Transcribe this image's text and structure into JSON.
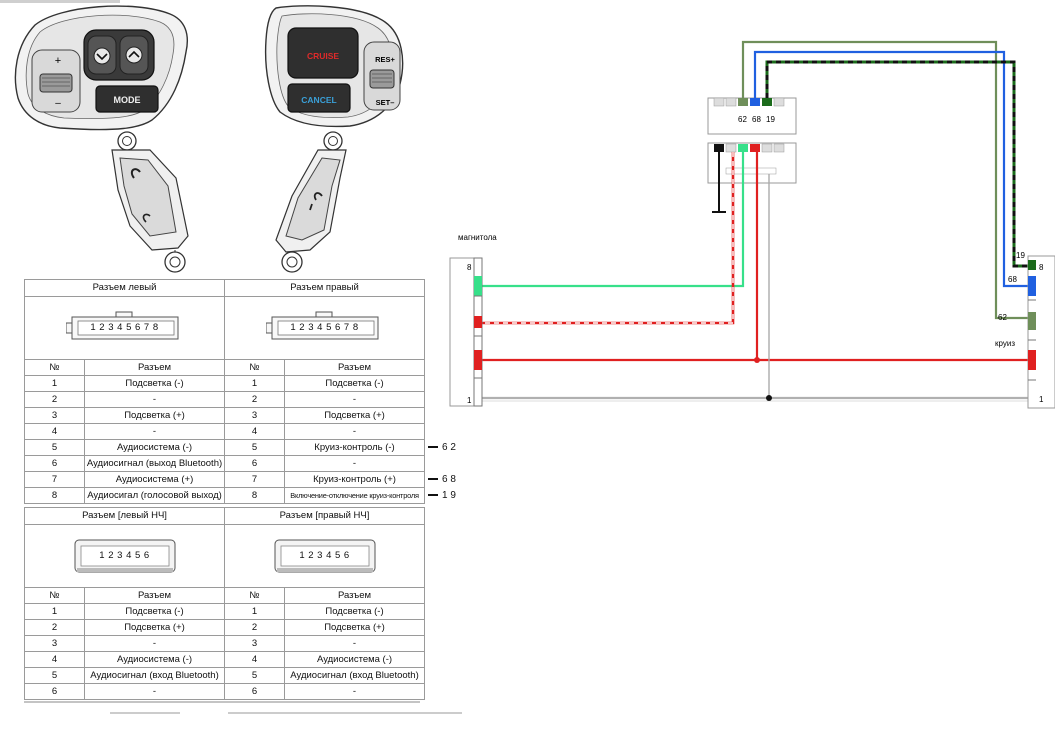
{
  "controls": {
    "left_pad": {
      "plus": "+",
      "minus": "–",
      "mode": "MODE"
    },
    "right_pad": {
      "cruise": "CRUISE",
      "cancel": "CANCEL",
      "res": "RES+",
      "set": "SET–"
    }
  },
  "table1": {
    "left_title": "Разъем левый",
    "right_title": "Разъем правый",
    "plug_pins": "1 2 3 4 5 6 7 8",
    "col_num": "№",
    "col_conn": "Разъем",
    "left_rows": [
      {
        "n": "1",
        "v": "Подсветка (-)"
      },
      {
        "n": "2",
        "v": "-"
      },
      {
        "n": "3",
        "v": "Подсветка (+)"
      },
      {
        "n": "4",
        "v": "-"
      },
      {
        "n": "5",
        "v": "Аудиосистема (-)"
      },
      {
        "n": "6",
        "v": "Аудиосигнал (выход Bluetooth)"
      },
      {
        "n": "7",
        "v": "Аудиосистема (+)"
      },
      {
        "n": "8",
        "v": "Аудиосигал (голосовой выход)"
      }
    ],
    "right_rows": [
      {
        "n": "1",
        "v": "Подсветка (-)"
      },
      {
        "n": "2",
        "v": "-"
      },
      {
        "n": "3",
        "v": "Подсветка (+)"
      },
      {
        "n": "4",
        "v": "-"
      },
      {
        "n": "5",
        "v": "Круиз-контроль (-)"
      },
      {
        "n": "6",
        "v": "-"
      },
      {
        "n": "7",
        "v": "Круиз-контроль (+)"
      },
      {
        "n": "8",
        "v": "Включение-отключение круиз-контроля"
      }
    ],
    "side_marks": [
      {
        "row": 5,
        "text": "6 2"
      },
      {
        "row": 7,
        "text": "6 8"
      },
      {
        "row": 8,
        "text": "1 9"
      }
    ]
  },
  "table2": {
    "left_title": "Разъем [левый НЧ]",
    "right_title": "Разъем [правый НЧ]",
    "plug_pins": "1 2 3 4 5   6",
    "col_num": "№",
    "col_conn": "Разъем",
    "left_rows": [
      {
        "n": "1",
        "v": "Подсветка (-)"
      },
      {
        "n": "2",
        "v": "Подсветка (+)"
      },
      {
        "n": "3",
        "v": "-"
      },
      {
        "n": "4",
        "v": "Аудиосистема (-)"
      },
      {
        "n": "5",
        "v": "Аудиосигнал (вход Bluetooth)"
      },
      {
        "n": "6",
        "v": "-"
      }
    ],
    "right_rows": [
      {
        "n": "1",
        "v": "Подсветка (-)"
      },
      {
        "n": "2",
        "v": "Подсветка (+)"
      },
      {
        "n": "3",
        "v": "-"
      },
      {
        "n": "4",
        "v": "Аудиосистема (-)"
      },
      {
        "n": "5",
        "v": "Аудиосигнал (вход Bluetooth)"
      },
      {
        "n": "6",
        "v": "-"
      }
    ]
  },
  "wiring": {
    "labels": {
      "radio": "магнитола",
      "cruise": "круиз",
      "radio_pin_top": "8",
      "radio_pin_bottom": "1",
      "cruise_pin_top": "8",
      "cruise_pin_bottom": "1",
      "top_pins": [
        "62",
        "68",
        "19"
      ],
      "right_pins": [
        "19",
        "68",
        "62"
      ]
    },
    "colors": {
      "green": "#37e08a",
      "red": "#e02020",
      "blue": "#2060e0",
      "olive": "#6f8f5a",
      "gray": "#b0b0b0",
      "black": "#111111",
      "dark_green": "#1b6b1b"
    }
  }
}
